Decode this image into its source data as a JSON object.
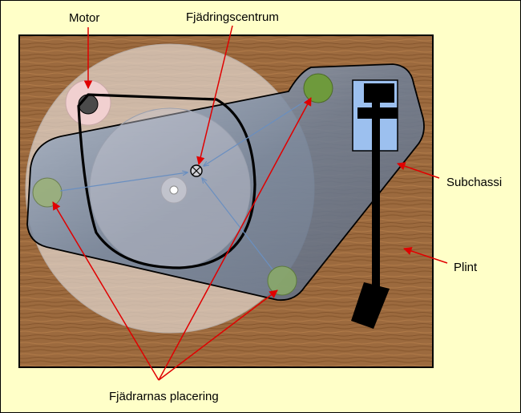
{
  "labels": {
    "motor": "Motor",
    "spring_center": "Fjädringscentrum",
    "subchassis": "Subchassi",
    "plinth": "Plint",
    "spring_placement": "Fjädrarnas placering"
  },
  "colors": {
    "background": "#ffffc8",
    "frame": "#000000",
    "plinth_wood": "#9c6a3e",
    "platter": "#d8cdc6",
    "subchassis": "#7d8ea6",
    "spring": "#9ab07a",
    "spring_dark": "#6e9a3c",
    "motor_ring": "#f1d0d0",
    "motor_pulley": "#4a4a4a",
    "arrow": "#e00000",
    "force_line": "#6a8fc0",
    "tonearm_base": "#9cc0ef"
  },
  "icons": {
    "spring_center_marker": "circle-cross-icon",
    "spindle": "spindle-icon"
  }
}
